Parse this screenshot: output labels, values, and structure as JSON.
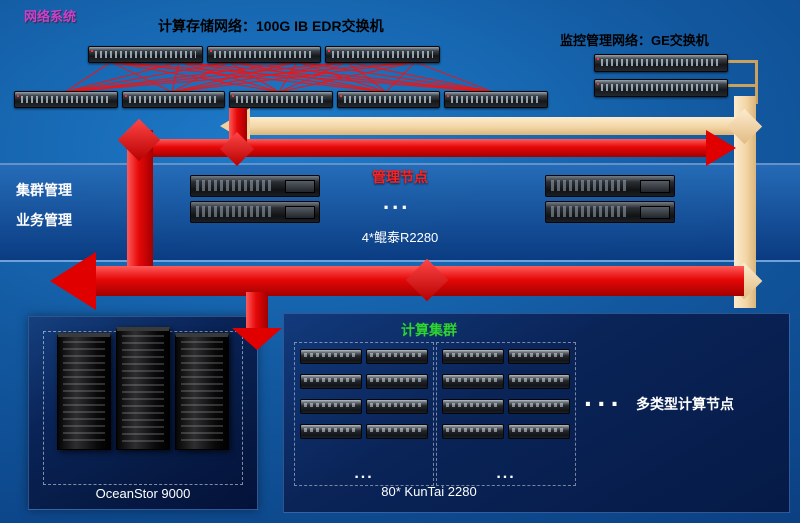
{
  "colors": {
    "red": "#e60808",
    "wheat": "#f3d6a6",
    "green": "#2fd42f",
    "magenta": "#cf3ecf"
  },
  "header": {
    "system_label": "网络系统",
    "storage_network_title": "计算存储网络：100G IB EDR交换机",
    "monitor_network_title": "监控管理网络：GE交换机"
  },
  "management": {
    "left_labels": [
      "集群管理",
      "业务管理"
    ],
    "title": "管理节点",
    "ellipsis": "...",
    "model": "4*鲲泰R2280"
  },
  "storage": {
    "label": "OceanStor 9000"
  },
  "compute": {
    "title": "计算集群",
    "group_ellipsis": "...",
    "model": "80* KunTai 2280",
    "side_ellipsis": "···",
    "side_label": "多类型计算节点"
  }
}
